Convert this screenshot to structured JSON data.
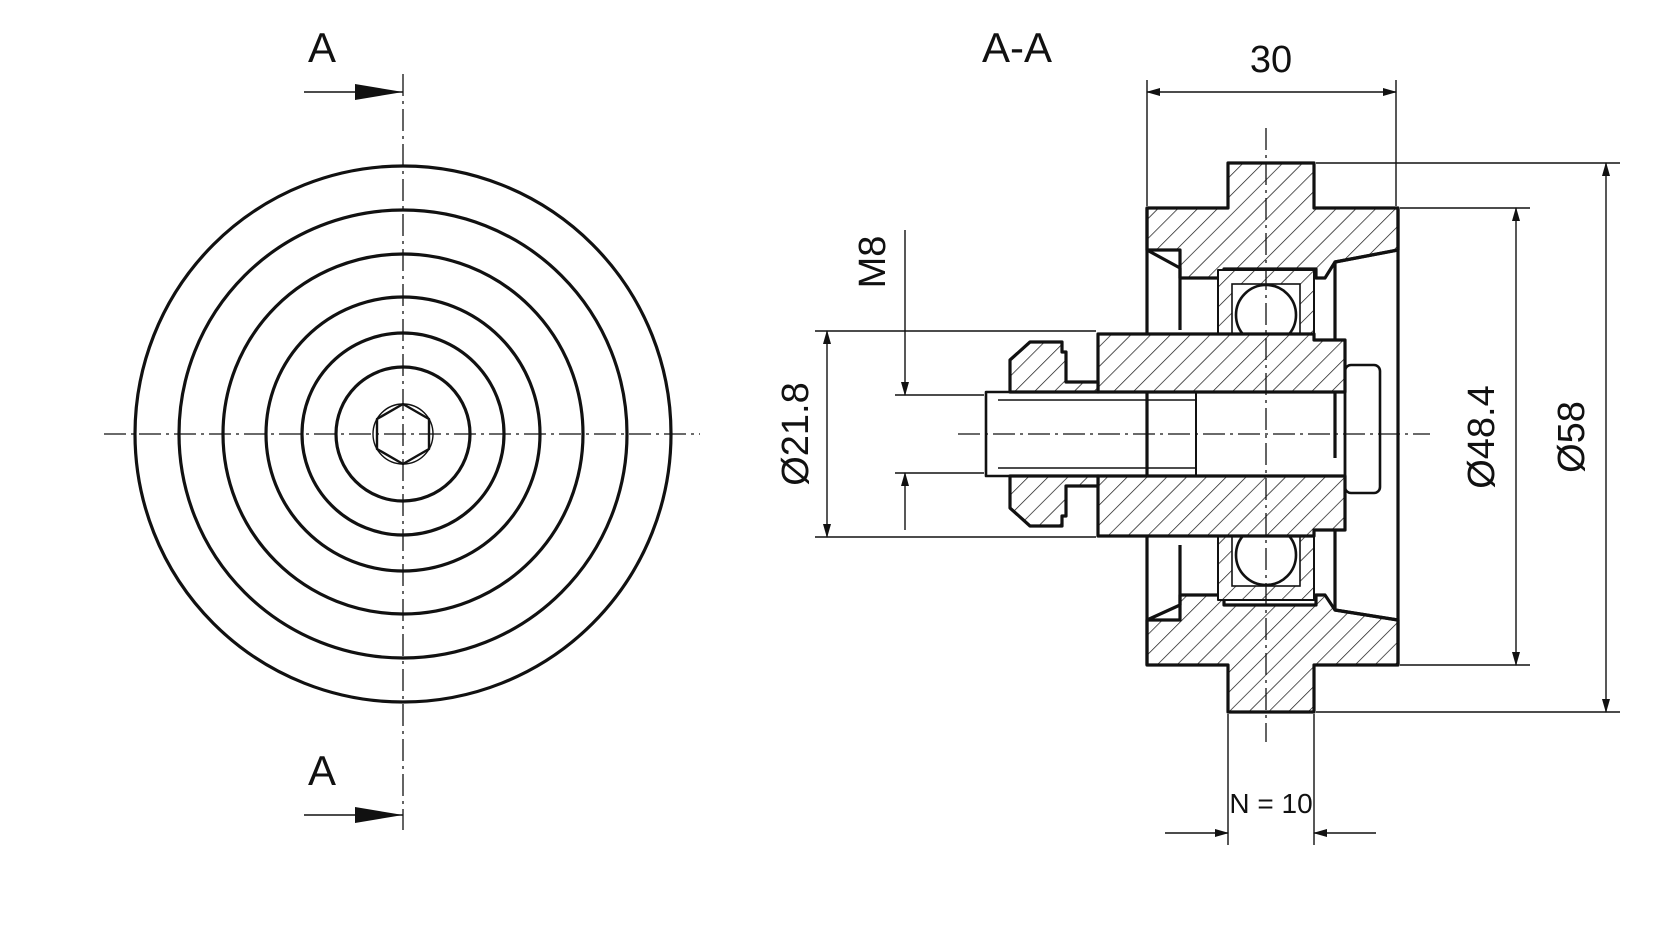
{
  "front_view": {
    "section_mark_top": "A",
    "section_mark_bottom": "A",
    "ring_count": 6
  },
  "section_view": {
    "title": "A-A",
    "dimensions": {
      "width": "30",
      "thread": "M8",
      "hub_diameter": "Ø21.8",
      "tread_diameter": "Ø48.4",
      "outer_diameter": "Ø58",
      "groove_width": "N = 10"
    }
  }
}
